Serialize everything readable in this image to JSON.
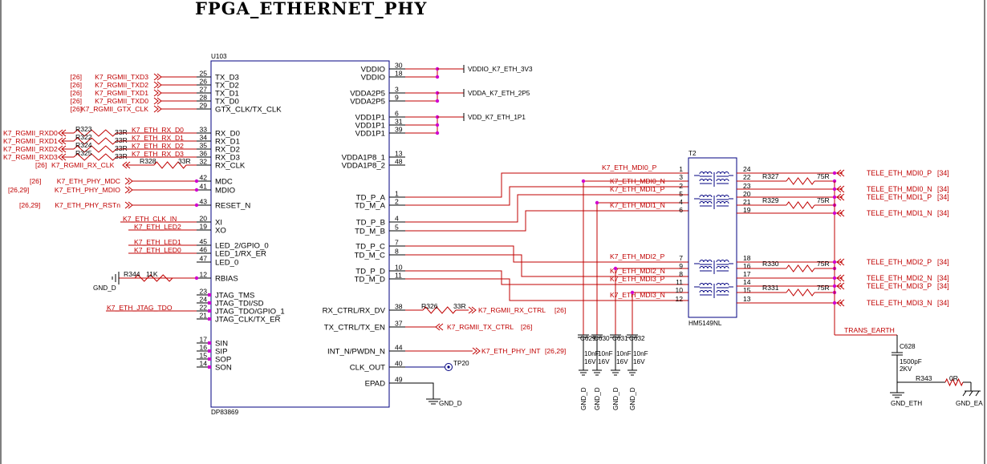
{
  "title": "FPGA_ETHERNET_PHY",
  "phy": {
    "refdes": "U103",
    "part": "DP83869",
    "left_pins": [
      {
        "num": "25",
        "name": "TX_D3"
      },
      {
        "num": "26",
        "name": "TX_D2"
      },
      {
        "num": "27",
        "name": "TX_D1"
      },
      {
        "num": "28",
        "name": "TX_D0"
      },
      {
        "num": "29",
        "name": "GTX_CLK/TX_CLK"
      },
      {
        "num": "33",
        "name": "RX_D0"
      },
      {
        "num": "34",
        "name": "RX_D1"
      },
      {
        "num": "35",
        "name": "RX_D2"
      },
      {
        "num": "36",
        "name": "RX_D3"
      },
      {
        "num": "32",
        "name": "RX_CLK"
      },
      {
        "num": "42",
        "name": "MDC"
      },
      {
        "num": "41",
        "name": "MDIO"
      },
      {
        "num": "43",
        "name": "RESET_N"
      },
      {
        "num": "20",
        "name": "XI"
      },
      {
        "num": "19",
        "name": "XO"
      },
      {
        "num": "45",
        "name": "LED_2/GPIO_0"
      },
      {
        "num": "46",
        "name": "LED_1/RX_ER"
      },
      {
        "num": "47",
        "name": "LED_0"
      },
      {
        "num": "12",
        "name": "RBIAS"
      },
      {
        "num": "23",
        "name": "JTAG_TMS"
      },
      {
        "num": "24",
        "name": "JTAG_TDI/SD"
      },
      {
        "num": "22",
        "name": "JTAG_TDO/GPIO_1"
      },
      {
        "num": "21",
        "name": "JTAG_CLK/TX_ER"
      },
      {
        "num": "17",
        "name": "SIN"
      },
      {
        "num": "16",
        "name": "SIP"
      },
      {
        "num": "15",
        "name": "SOP"
      },
      {
        "num": "14",
        "name": "SON"
      }
    ],
    "right_pins": [
      {
        "num": "30",
        "name": "VDDIO"
      },
      {
        "num": "18",
        "name": "VDDIO"
      },
      {
        "num": "3",
        "name": "VDDA2P5"
      },
      {
        "num": "9",
        "name": "VDDA2P5"
      },
      {
        "num": "6",
        "name": "VDD1P1"
      },
      {
        "num": "31",
        "name": "VDD1P1"
      },
      {
        "num": "39",
        "name": "VDD1P1"
      },
      {
        "num": "13",
        "name": "VDDA1P8_1"
      },
      {
        "num": "48",
        "name": "VDDA1P8_2"
      },
      {
        "num": "1",
        "name": "TD_P_A"
      },
      {
        "num": "2",
        "name": "TD_M_A"
      },
      {
        "num": "4",
        "name": "TD_P_B"
      },
      {
        "num": "5",
        "name": "TD_M_B"
      },
      {
        "num": "7",
        "name": "TD_P_C"
      },
      {
        "num": "8",
        "name": "TD_M_C"
      },
      {
        "num": "10",
        "name": "TD_P_D"
      },
      {
        "num": "11",
        "name": "TD_M_D"
      },
      {
        "num": "38",
        "name": "RX_CTRL/RX_DV"
      },
      {
        "num": "37",
        "name": "TX_CTRL/TX_EN"
      },
      {
        "num": "44",
        "name": "INT_N/PWDN_N"
      },
      {
        "num": "40",
        "name": "CLK_OUT"
      },
      {
        "num": "49",
        "name": "EPAD"
      }
    ]
  },
  "left_nets": [
    {
      "ref": "[26]",
      "net": "K7_RGMII_TXD3"
    },
    {
      "ref": "[26]",
      "net": "K7_RGMII_TXD2"
    },
    {
      "ref": "[26]",
      "net": "K7_RGMII_TXD1"
    },
    {
      "ref": "[26]",
      "net": "K7_RGMII_TXD0"
    },
    {
      "ref": "[26]",
      "net": "K7_RGMII_GTX_CLK"
    },
    {
      "net": "K7_RGMII_RXD0",
      "res": "R323",
      "val": "33R",
      "out": "K7_ETH_RX_D0"
    },
    {
      "net": "K7_RGMII_RXD1",
      "res": "R322",
      "val": "33R",
      "out": "K7_ETH_RX_D1"
    },
    {
      "net": "K7_RGMII_RXD2",
      "res": "R324",
      "val": "33R",
      "out": "K7_ETH_RX_D2"
    },
    {
      "net": "K7_RGMII_RXD3",
      "res": "R325",
      "val": "33R",
      "out": "K7_ETH_RX_D3"
    },
    {
      "ref": "[26]",
      "net": "K7_RGMII_RX_CLK",
      "res": "R328",
      "val": "33R"
    },
    {
      "ref": "[26]",
      "net": "K7_ETH_PHY_MDC"
    },
    {
      "ref": "[26,29]",
      "net": "K7_ETH_PHY_MDIO"
    },
    {
      "ref": "[26,29]",
      "net": "K7_ETH_PHY_RSTn"
    },
    {
      "net": "K7_ETH_CLK_IN"
    },
    {
      "net": "K7_ETH_LED2"
    },
    {
      "net": "K7_ETH_LED1"
    },
    {
      "net": "K7_ETH_LED0"
    },
    {
      "net": "K7_ETH_JTAG_TDO"
    }
  ],
  "rbias": {
    "res": "R344",
    "val": "11K",
    "gnd": "GND_D"
  },
  "power": [
    "VDDIO_K7_ETH_3V3",
    "VDDA_K7_ETH_2P5",
    "VDD_K7_ETH_1P1"
  ],
  "right_nets": [
    {
      "res": "R326",
      "val": "33R",
      "net": "K7_RGMII_RX_CTRL",
      "ref": "[26]"
    },
    {
      "net": "K7_RGMII_TX_CTRL",
      "ref": "[26]"
    },
    {
      "net": "K7_ETH_PHY_INT",
      "ref": "[26,29]"
    },
    {
      "tp": "TP20"
    },
    {
      "gnd": "GND_D"
    }
  ],
  "mdi_nets": [
    "K7_ETH_MDI0_P",
    "K7_ETH_MDI0_N",
    "K7_ETH_MDI1_P",
    "K7_ETH_MDI1_N",
    "K7_ETH_MDI2_P",
    "K7_ETH_MDI2_N",
    "K7_ETH_MDI3_P",
    "K7_ETH_MDI3_N"
  ],
  "xfmr": {
    "refdes": "T2",
    "part": "HM5149NL",
    "left_pins": [
      "1",
      "3",
      "2",
      "5",
      "4",
      "6",
      "7",
      "9",
      "8",
      "11",
      "10",
      "12"
    ],
    "right_pins": [
      "24",
      "22",
      "23",
      "20",
      "21",
      "19",
      "18",
      "16",
      "17",
      "14",
      "15",
      "13"
    ]
  },
  "caps": [
    {
      "ref": "C629",
      "val": "10nF",
      "volt": "16V",
      "gnd": "GND_D"
    },
    {
      "ref": "C630",
      "val": "10nF",
      "volt": "16V",
      "gnd": "GND_D"
    },
    {
      "ref": "C631",
      "val": "10nF",
      "volt": "16V",
      "gnd": "GND_D"
    },
    {
      "ref": "C632",
      "val": "10nF",
      "volt": "16V",
      "gnd": "GND_D"
    }
  ],
  "term": [
    {
      "res": "R327",
      "val": "75R"
    },
    {
      "res": "R329",
      "val": "75R"
    },
    {
      "res": "R330",
      "val": "75R"
    },
    {
      "res": "R331",
      "val": "75R"
    }
  ],
  "tele_nets": [
    {
      "net": "TELE_ETH_MDI0_P",
      "ref": "[34]"
    },
    {
      "net": "TELE_ETH_MDI0_N",
      "ref": "[34]"
    },
    {
      "net": "TELE_ETH_MDI1_P",
      "ref": "[34]"
    },
    {
      "net": "TELE_ETH_MDI1_N",
      "ref": "[34]"
    },
    {
      "net": "TELE_ETH_MDI2_P",
      "ref": "[34]"
    },
    {
      "net": "TELE_ETH_MDI2_N",
      "ref": "[34]"
    },
    {
      "net": "TELE_ETH_MDI3_P",
      "ref": "[34]"
    },
    {
      "net": "TELE_ETH_MDI3_N",
      "ref": "[34]"
    }
  ],
  "earth": {
    "net": "TRANS_EARTH",
    "cap": "C628",
    "val": "1500pF",
    "volt": "2KV",
    "res": "R343",
    "rval": "0R",
    "gnd1": "GND_ETH",
    "gnd2": "GND_EA"
  },
  "colors": {
    "wire": "#c00000",
    "box": "#000080",
    "junction": "#d000d0"
  }
}
